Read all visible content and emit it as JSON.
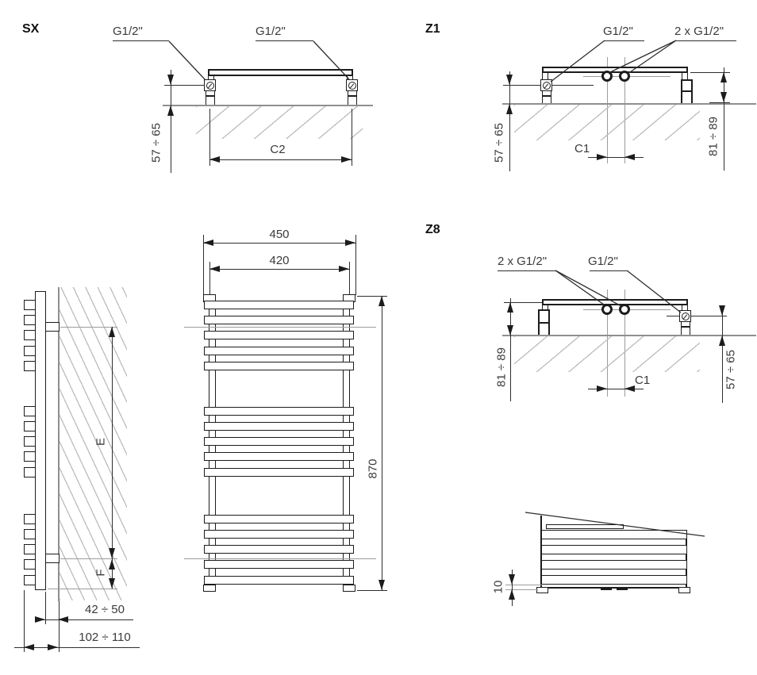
{
  "colors": {
    "ink": "#1c1c1c",
    "thin_line": "#2e2e2e",
    "construction_gray": "#9c9c9c",
    "hatch_gray": "#bcbcbc",
    "text": "#3a3a3a",
    "background": "#ffffff"
  },
  "sx": {
    "title": "SX",
    "port_left_label": "G1/2\"",
    "port_right_label": "G1/2\"",
    "dim_wall_distance": "57 ÷ 65",
    "dim_connection_spacing": "C2"
  },
  "z1": {
    "title": "Z1",
    "port_side_label": "G1/2\"",
    "port_center_label": "2 x G1/2\"",
    "dim_wall_distance_side": "57 ÷ 65",
    "dim_wall_distance_center": "81 ÷ 89",
    "dim_connection_spacing": "C1"
  },
  "z8": {
    "title": "Z8",
    "port_center_label": "2 x G1/2\"",
    "port_side_label": "G1/2\"",
    "dim_wall_distance_center": "81 ÷ 89",
    "dim_wall_distance_side": "57 ÷ 65",
    "dim_connection_spacing": "C1"
  },
  "front_view": {
    "dim_total_width": "450",
    "dim_axial_width": "420",
    "dim_total_height": "870"
  },
  "side_view": {
    "dim_bracket_span": "E",
    "dim_bracket_bottom_offset": "F",
    "dim_wall_to_back": "42 ÷ 50",
    "dim_wall_to_front": "102 ÷ 110"
  },
  "detail_view": {
    "dim_bar_offset": "10"
  }
}
